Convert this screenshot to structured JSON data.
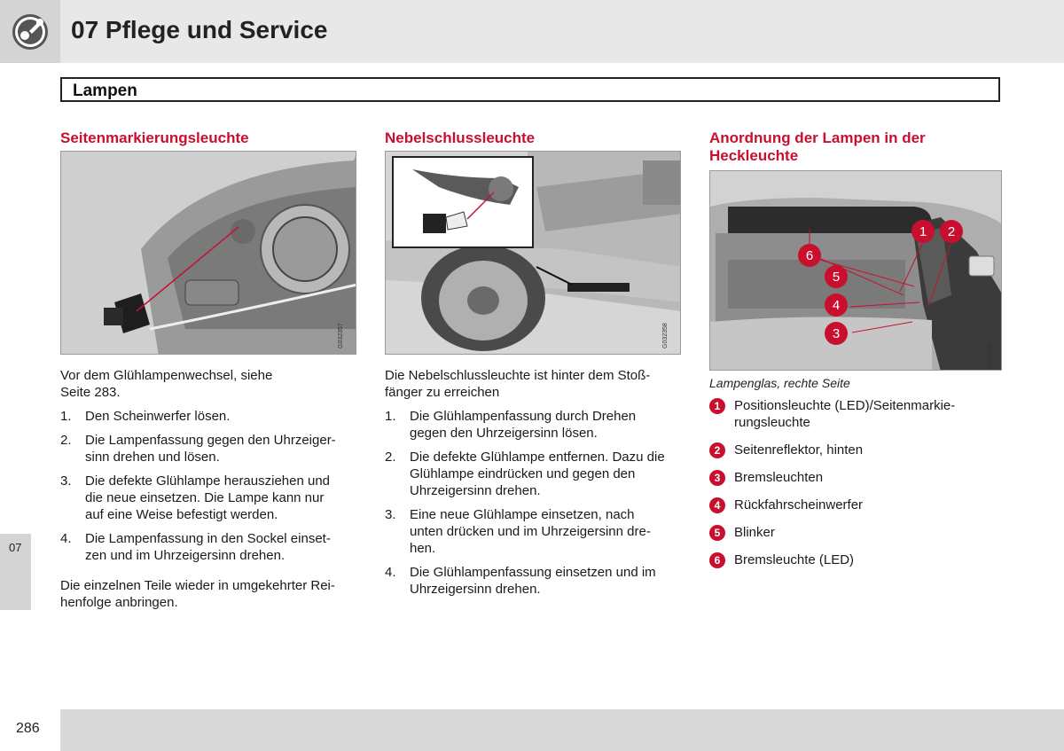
{
  "header": {
    "title": "07 Pflege und Service",
    "icon": "wrench-gear-icon"
  },
  "section": {
    "title": "Lampen"
  },
  "col1": {
    "heading": "Seitenmarkierungsleuchte",
    "figure_code": "G032357",
    "intro": [
      "Vor dem Glühlampenwechsel, siehe",
      "Seite 283."
    ],
    "steps": [
      {
        "num": "1.",
        "lines": [
          "Den Scheinwerfer lösen."
        ]
      },
      {
        "num": "2.",
        "lines": [
          "Die Lampenfassung gegen den Uhrzeiger-",
          "sinn drehen und lösen."
        ]
      },
      {
        "num": "3.",
        "lines": [
          "Die defekte Glühlampe herausziehen und",
          "die neue einsetzen. Die Lampe kann nur",
          "auf eine Weise befestigt werden."
        ]
      },
      {
        "num": "4.",
        "lines": [
          "Die Lampenfassung in den Sockel einset-",
          "zen und im Uhrzeigersinn drehen."
        ]
      }
    ],
    "outro": [
      "Die einzelnen Teile wieder in umgekehrter Rei-",
      "henfolge anbringen."
    ]
  },
  "col2": {
    "heading": "Nebelschlussleuchte",
    "figure_code": "G032358",
    "intro": [
      "Die Nebelschlussleuchte ist hinter dem Stoß-",
      "fänger zu erreichen"
    ],
    "steps": [
      {
        "num": "1.",
        "lines": [
          "Die Glühlampenfassung durch Drehen",
          "gegen den Uhrzeigersinn lösen."
        ]
      },
      {
        "num": "2.",
        "lines": [
          "Die defekte Glühlampe entfernen. Dazu die",
          "Glühlampe eindrücken und gegen den",
          "Uhrzeigersinn drehen."
        ]
      },
      {
        "num": "3.",
        "lines": [
          "Eine neue Glühlampe einsetzen, nach",
          "unten drücken und im Uhrzeigersinn dre-",
          "hen."
        ]
      },
      {
        "num": "4.",
        "lines": [
          "Die Glühlampenfassung einsetzen und im",
          "Uhrzeigersinn drehen."
        ]
      }
    ]
  },
  "col3": {
    "heading_lines": [
      "Anordnung der Lampen in der",
      "Heckleuchte"
    ],
    "figure_code": "G031939",
    "callouts": [
      "1",
      "2",
      "3",
      "4",
      "5",
      "6"
    ],
    "caption": "Lampenglas, rechte Seite",
    "legend": [
      {
        "num": "1",
        "lines": [
          "Positionsleuchte (LED)/Seitenmarkie-",
          "rungsleuchte"
        ]
      },
      {
        "num": "2",
        "lines": [
          "Seitenreflektor, hinten"
        ]
      },
      {
        "num": "3",
        "lines": [
          "Bremsleuchten"
        ]
      },
      {
        "num": "4",
        "lines": [
          "Rückfahrscheinwerfer"
        ]
      },
      {
        "num": "5",
        "lines": [
          "Blinker"
        ]
      },
      {
        "num": "6",
        "lines": [
          "Bremsleuchte (LED)"
        ]
      }
    ]
  },
  "side_tab": {
    "label": "07"
  },
  "footer": {
    "page_number": "286"
  },
  "colors": {
    "accent": "#c8102e",
    "header_bg": "#e8e8e8",
    "footer_bg": "#d9d9d9"
  }
}
